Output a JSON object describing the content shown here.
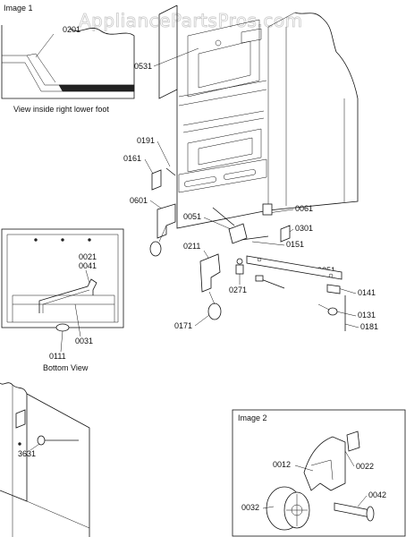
{
  "watermark": "AppliancePartsPros.com",
  "image1": {
    "title": "Image 1"
  },
  "image2": {
    "title": "Image 2"
  },
  "inset_foot": {
    "caption": "View inside right lower foot",
    "label": "0201"
  },
  "bottom_view": {
    "caption": "Bottom View",
    "labels": [
      "0021",
      "0041",
      "0031",
      "0111"
    ]
  },
  "side_detail": {
    "label": "3631"
  },
  "main_labels": {
    "l0531": "0531",
    "l0191": "0191",
    "l0161": "0161",
    "l0601": "0601",
    "l0051": "0051",
    "l0061": "0061",
    "l0301": "0301",
    "l0151": "0151",
    "l0211": "0211",
    "l0251": "0251",
    "l0271": "0271",
    "l0141": "0141",
    "l0131": "0131",
    "l0181": "0181",
    "l0171": "0171"
  },
  "image2_labels": {
    "l0012": "0012",
    "l0022": "0022",
    "l0042": "0042",
    "l0032": "0032"
  }
}
